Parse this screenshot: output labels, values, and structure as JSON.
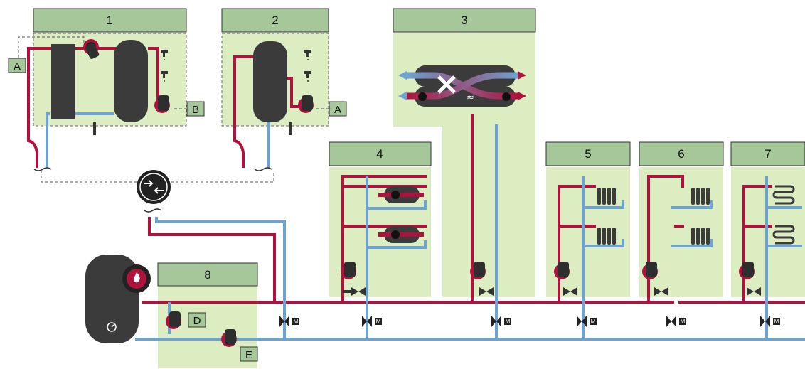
{
  "zones": [
    {
      "id": "1",
      "label": "1"
    },
    {
      "id": "2",
      "label": "2"
    },
    {
      "id": "3",
      "label": "3"
    },
    {
      "id": "4",
      "label": "4"
    },
    {
      "id": "5",
      "label": "5"
    },
    {
      "id": "6",
      "label": "6"
    },
    {
      "id": "7",
      "label": "7"
    },
    {
      "id": "8",
      "label": "8"
    }
  ],
  "tags": {
    "a1": "A",
    "b": "B",
    "a2": "A",
    "d": "D",
    "e": "E"
  },
  "valve_marker": "M",
  "colors": {
    "supply": "#b0123e",
    "return": "#6fa3cf",
    "zone_fill": "#dcedc2",
    "header_fill": "#a5c799",
    "tank": "#3b3b3b",
    "pump": "#2e2e2e"
  },
  "icons": [
    "heat-exchanger-icon",
    "flame-icon",
    "pressure-gauge-icon",
    "pump-icon",
    "motor-valve-icon",
    "check-valve-icon",
    "radiator-icon",
    "floor-heating-icon",
    "fan-coil-icon",
    "ventilation-unit-icon",
    "tap-icon"
  ]
}
